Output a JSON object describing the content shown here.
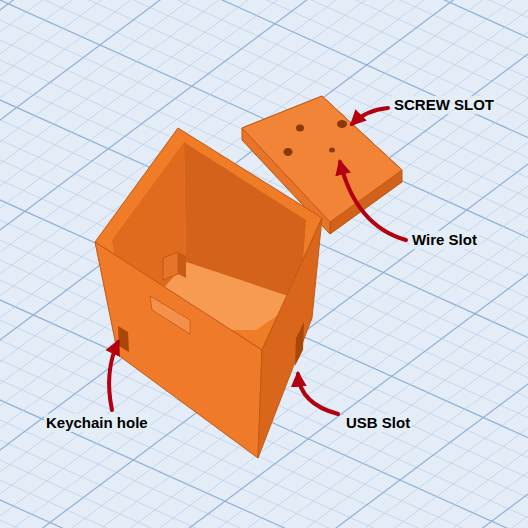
{
  "diagram": {
    "labels": [
      "SCREW SLOT",
      "Wire Slot",
      "Keychain hole",
      "USB Slot"
    ]
  }
}
